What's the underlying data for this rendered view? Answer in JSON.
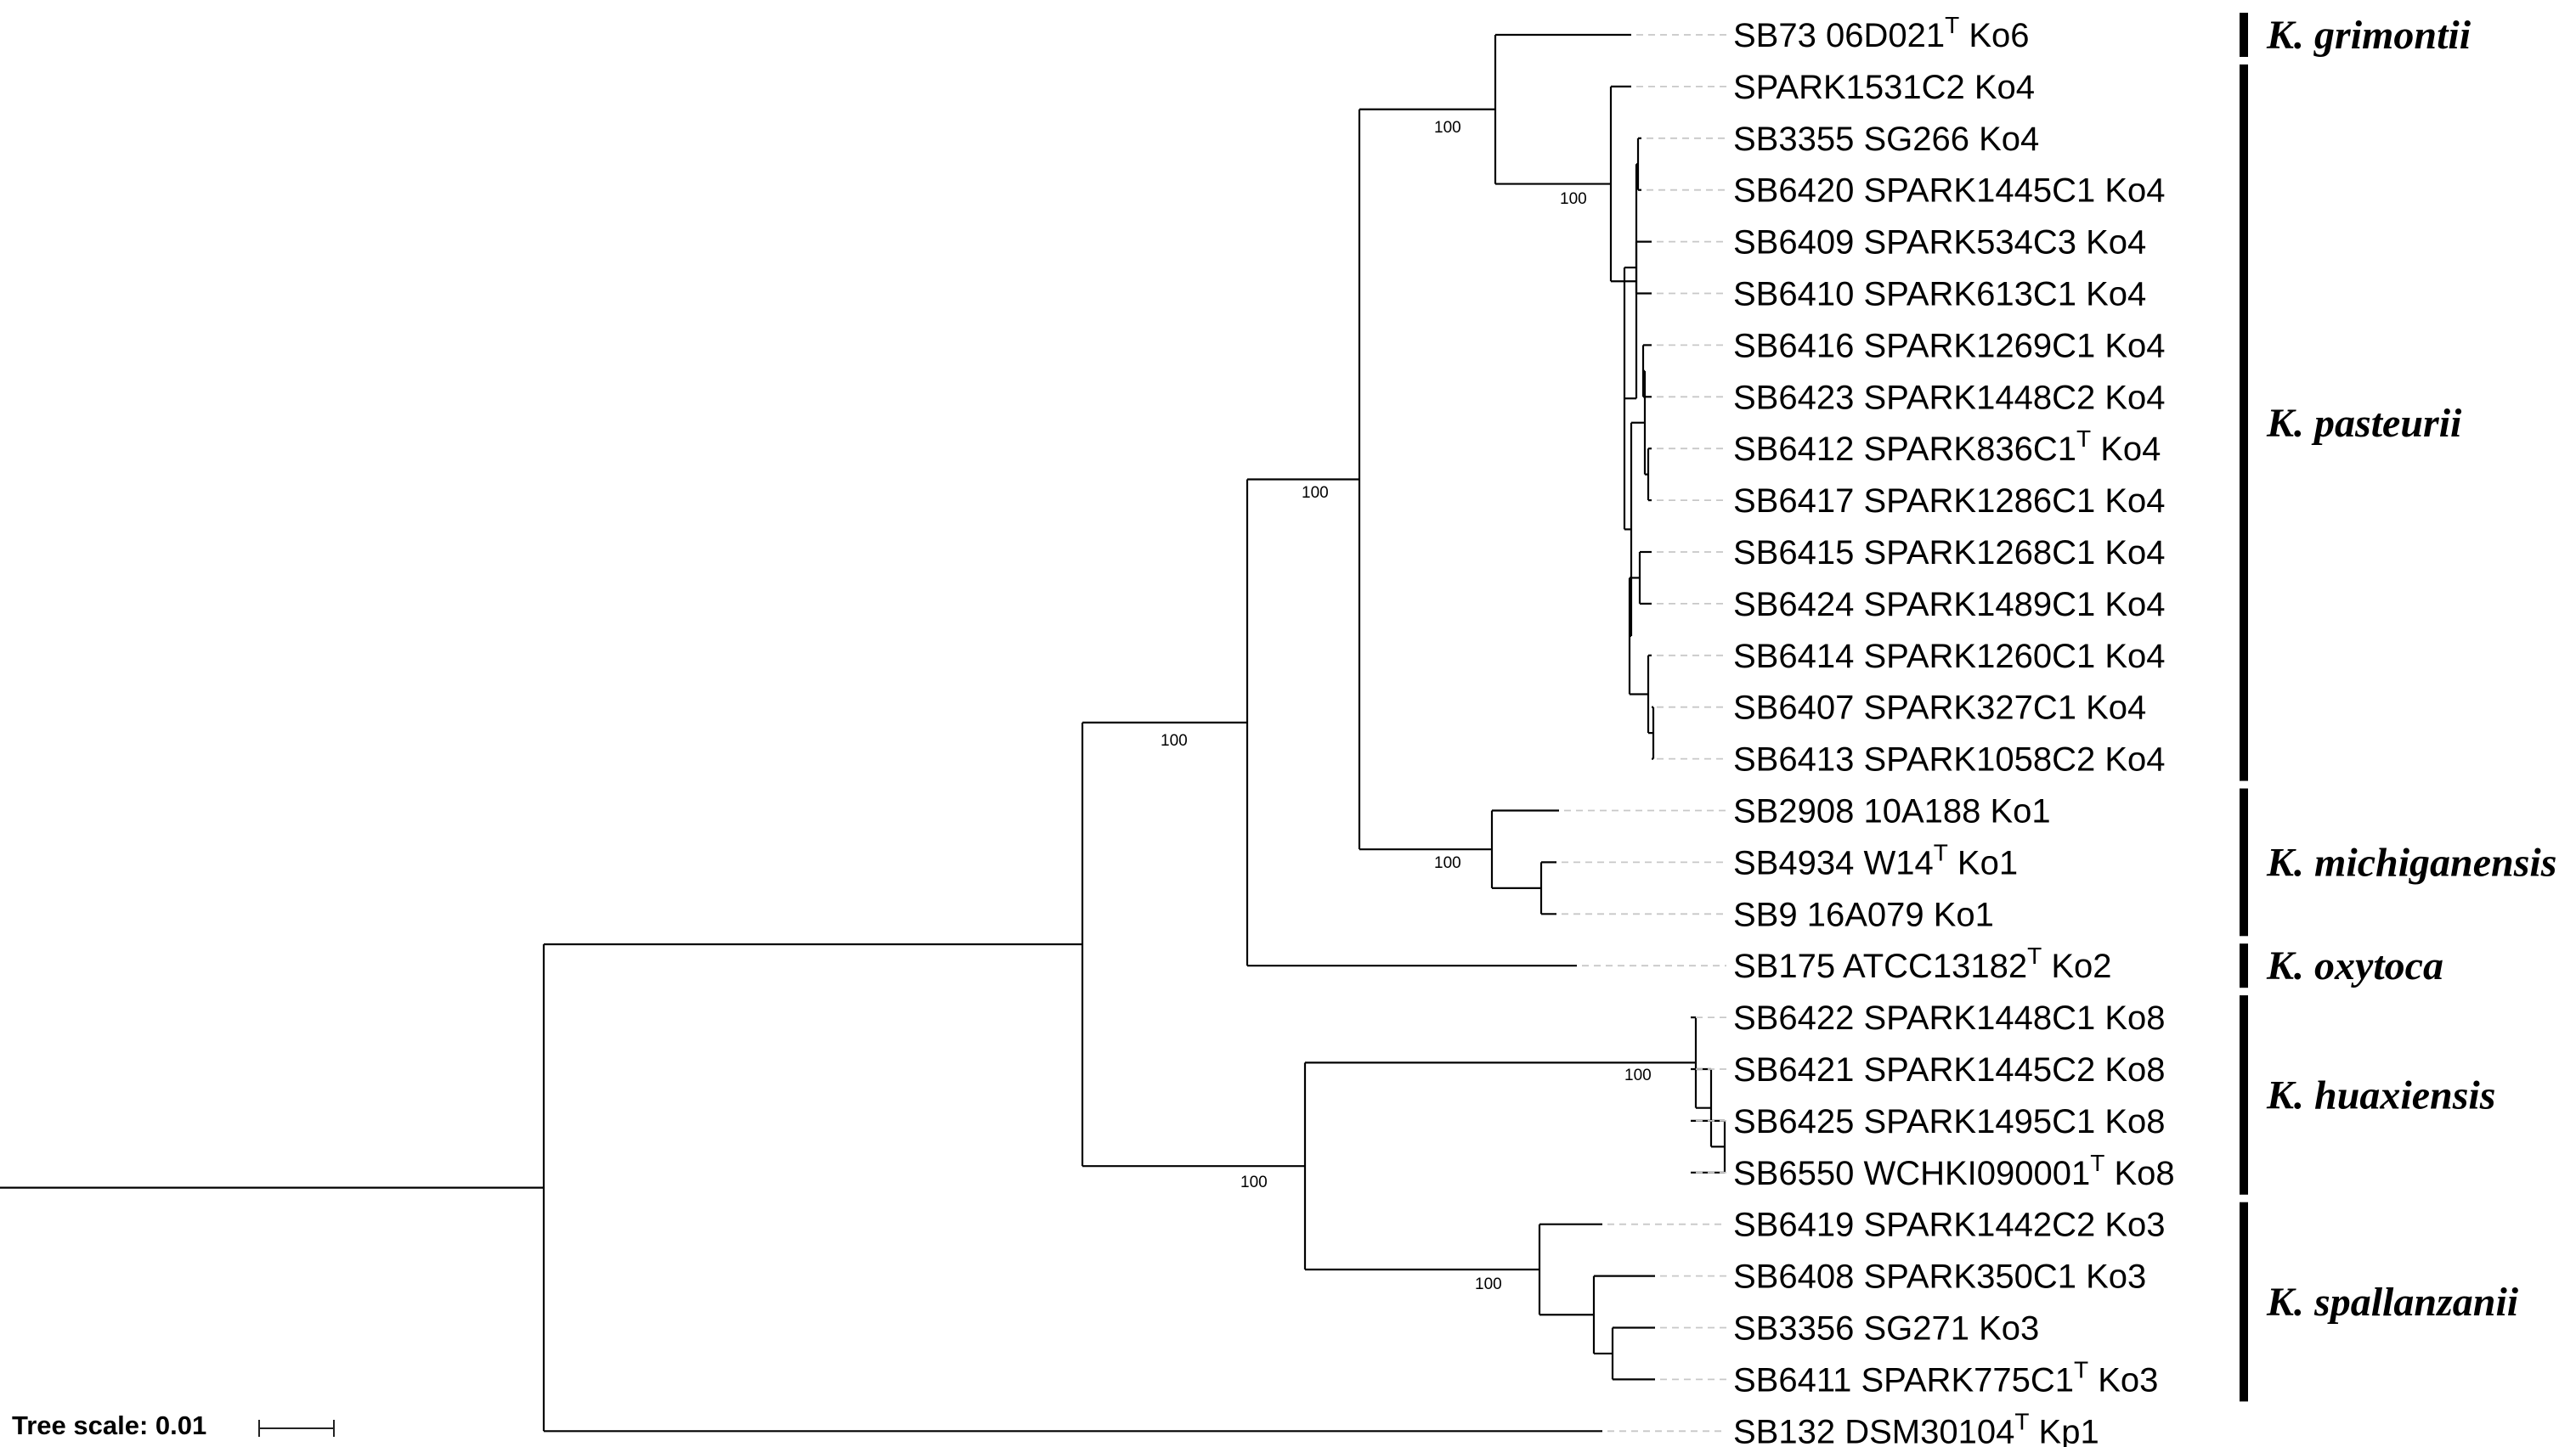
{
  "tree": {
    "leaves": [
      {
        "id": "L0",
        "name": "SB73 06D021",
        "sup": "T",
        "suffix": " Ko6"
      },
      {
        "id": "L1",
        "name": "SPARK1531C2 Ko4",
        "sup": "",
        "suffix": ""
      },
      {
        "id": "L2",
        "name": "SB3355 SG266 Ko4",
        "sup": "",
        "suffix": ""
      },
      {
        "id": "L3",
        "name": "SB6420 SPARK1445C1 Ko4",
        "sup": "",
        "suffix": ""
      },
      {
        "id": "L4",
        "name": "SB6409 SPARK534C3 Ko4",
        "sup": "",
        "suffix": ""
      },
      {
        "id": "L5",
        "name": "SB6410 SPARK613C1 Ko4",
        "sup": "",
        "suffix": ""
      },
      {
        "id": "L6",
        "name": "SB6416 SPARK1269C1 Ko4",
        "sup": "",
        "suffix": ""
      },
      {
        "id": "L7",
        "name": "SB6423 SPARK1448C2 Ko4",
        "sup": "",
        "suffix": ""
      },
      {
        "id": "L8",
        "name": "SB6412 SPARK836C1",
        "sup": "T",
        "suffix": " Ko4"
      },
      {
        "id": "L9",
        "name": "SB6417 SPARK1286C1 Ko4",
        "sup": "",
        "suffix": ""
      },
      {
        "id": "L10",
        "name": "SB6415 SPARK1268C1 Ko4",
        "sup": "",
        "suffix": ""
      },
      {
        "id": "L11",
        "name": "SB6424 SPARK1489C1 Ko4",
        "sup": "",
        "suffix": ""
      },
      {
        "id": "L12",
        "name": "SB6414 SPARK1260C1 Ko4",
        "sup": "",
        "suffix": ""
      },
      {
        "id": "L13",
        "name": "SB6407 SPARK327C1 Ko4",
        "sup": "",
        "suffix": ""
      },
      {
        "id": "L14",
        "name": "SB6413 SPARK1058C2 Ko4",
        "sup": "",
        "suffix": ""
      },
      {
        "id": "L15",
        "name": "SB2908 10A188 Ko1",
        "sup": "",
        "suffix": ""
      },
      {
        "id": "L16",
        "name": "SB4934 W14",
        "sup": "T",
        "suffix": " Ko1"
      },
      {
        "id": "L17",
        "name": "SB9 16A079 Ko1",
        "sup": "",
        "suffix": ""
      },
      {
        "id": "L18",
        "name": "SB175 ATCC13182",
        "sup": "T",
        "suffix": " Ko2"
      },
      {
        "id": "L19",
        "name": "SB6422 SPARK1448C1 Ko8",
        "sup": "",
        "suffix": ""
      },
      {
        "id": "L20",
        "name": "SB6421 SPARK1445C2 Ko8",
        "sup": "",
        "suffix": ""
      },
      {
        "id": "L21",
        "name": "SB6425 SPARK1495C1 Ko8",
        "sup": "",
        "suffix": ""
      },
      {
        "id": "L22",
        "name": "SB6550 WCHKI090001",
        "sup": "T",
        "suffix": " Ko8"
      },
      {
        "id": "L23",
        "name": "SB6419 SPARK1442C2 Ko3",
        "sup": "",
        "suffix": ""
      },
      {
        "id": "L24",
        "name": "SB6408 SPARK350C1 Ko3",
        "sup": "",
        "suffix": ""
      },
      {
        "id": "L25",
        "name": "SB3356 SG271 Ko3",
        "sup": "",
        "suffix": ""
      },
      {
        "id": "L26",
        "name": "SB6411 SPARK775C1",
        "sup": "T",
        "suffix": " Ko3"
      },
      {
        "id": "L27",
        "name": "SB132 DSM30104",
        "sup": "T",
        "suffix": " Kp1"
      }
    ],
    "bootstrap": [
      {
        "node": "grimontii-pasteurii",
        "value": "100"
      },
      {
        "node": "pasteurii",
        "value": "100"
      },
      {
        "node": "grim-past-mich",
        "value": "100"
      },
      {
        "node": "michiganensis",
        "value": "100"
      },
      {
        "node": "oxytoca-group",
        "value": "100"
      },
      {
        "node": "huaxiensis",
        "value": "100"
      },
      {
        "node": "hua-spall",
        "value": "100"
      },
      {
        "node": "spallanzanii",
        "value": "100"
      }
    ]
  },
  "clades": [
    {
      "name": "K. grimontii",
      "from": 0,
      "to": 0
    },
    {
      "name": "K. pasteurii",
      "from": 1,
      "to": 14
    },
    {
      "name": "K. michiganensis",
      "from": 15,
      "to": 17
    },
    {
      "name": "K. oxytoca",
      "from": 18,
      "to": 18
    },
    {
      "name": "K. huaxiensis",
      "from": 19,
      "to": 22
    },
    {
      "name": "K. spallanzanii",
      "from": 23,
      "to": 26
    }
  ],
  "scale": {
    "label": "Tree scale: 0.01"
  }
}
